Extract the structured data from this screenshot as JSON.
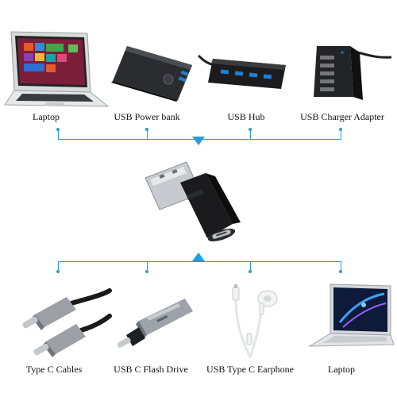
{
  "top_devices": [
    {
      "label": "Laptop",
      "icon": "laptop-icon"
    },
    {
      "label": "USB Power bank",
      "icon": "power-bank-icon"
    },
    {
      "label": "USB Hub",
      "icon": "usb-hub-icon"
    },
    {
      "label": "USB Charger Adapter",
      "icon": "charger-adapter-icon"
    }
  ],
  "bottom_devices": [
    {
      "label": "Type C Cables",
      "icon": "type-c-cable-icon"
    },
    {
      "label": "USB C Flash Drive",
      "icon": "flash-drive-icon"
    },
    {
      "label": "USB Type C Earphone",
      "icon": "earphone-icon"
    },
    {
      "label": "Laptop",
      "icon": "laptop-icon"
    }
  ],
  "center_product": {
    "icon": "usb-a-to-c-adapter-icon"
  },
  "colors": {
    "accent": "#2b9bd6",
    "device_dark": "#1a1a1a",
    "metal": "#b8bcc2"
  }
}
